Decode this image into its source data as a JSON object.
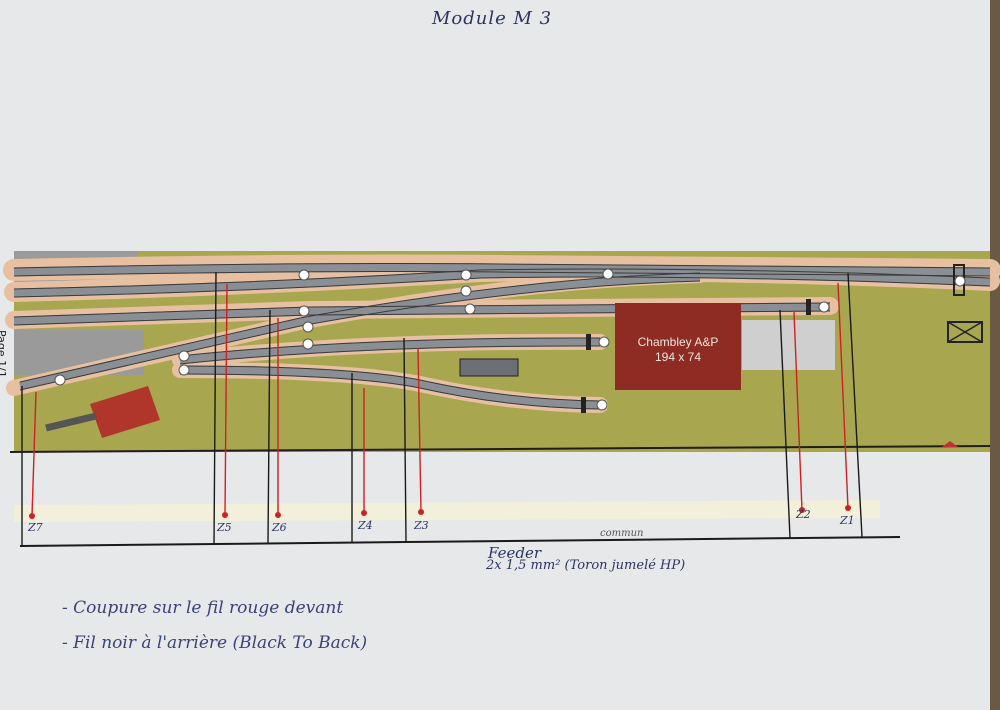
{
  "title": "Module M 3",
  "page_label": "Page 1/1",
  "building": {
    "name": "Chambley A&P",
    "size": "194 x 74"
  },
  "zones": [
    "Z7",
    "Z5",
    "Z6",
    "Z4",
    "Z3",
    "Z2",
    "Z1"
  ],
  "bus_label": "commun",
  "feeder": {
    "title": "Feeder",
    "spec": "2x 1,5 mm²  (Toron jumelé HP)"
  },
  "notes": [
    "- Coupure sur le fil rouge devant",
    "- Fil noir à l'arrière  (Black To Back)"
  ],
  "colors": {
    "baseboard": "#a8a64f",
    "ballast": "#e6c0a0",
    "rail": "#8a8e95",
    "feeder_red": "#cc2222",
    "wire_black": "#1a1a1a",
    "building": "#8e2b22"
  }
}
